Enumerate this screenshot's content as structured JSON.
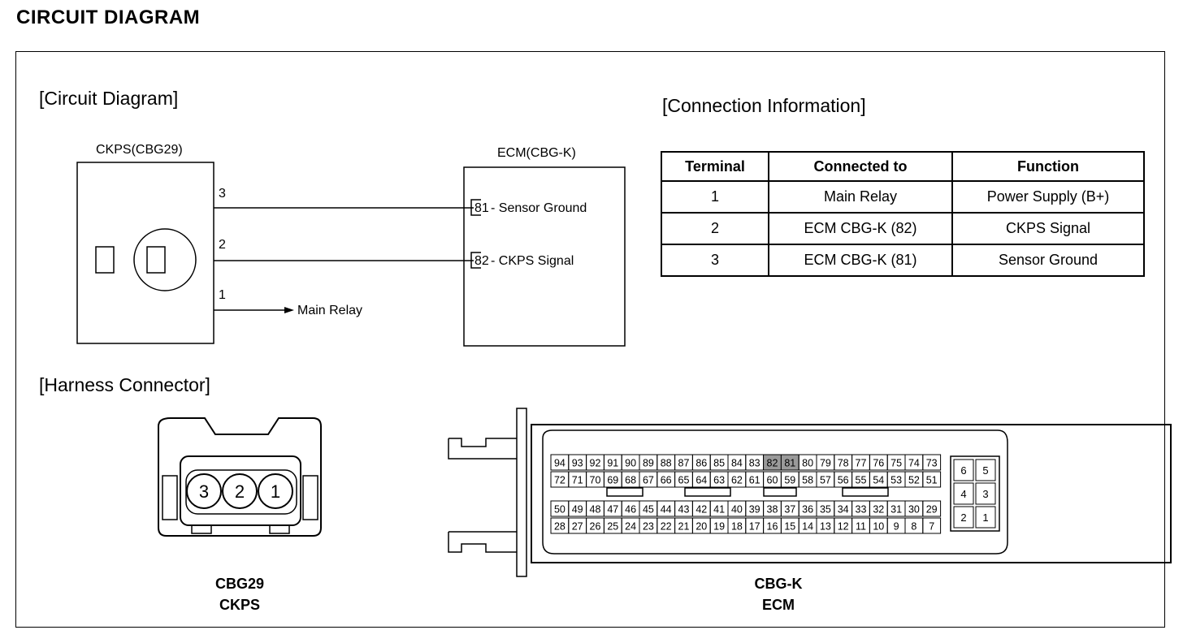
{
  "page_title": "CIRCUIT DIAGRAM",
  "circuit_heading": "[Circuit Diagram]",
  "connection_heading": "[Connection Information]",
  "harness_heading": "[Harness Connector]",
  "ckps_box_label": "CKPS(CBG29)",
  "ecm_box_label": "ECM(CBG-K)",
  "wires": [
    {
      "terminal": "3",
      "ecm_pin": "81",
      "ecm_label": "- Sensor Ground"
    },
    {
      "terminal": "2",
      "ecm_pin": "82",
      "ecm_label": "- CKPS Signal"
    },
    {
      "terminal": "1",
      "destination": "Main Relay"
    }
  ],
  "table": {
    "headers": [
      "Terminal",
      "Connected to",
      "Function"
    ],
    "rows": [
      [
        "1",
        "Main Relay",
        "Power Supply (B+)"
      ],
      [
        "2",
        "ECM CBG-K (82)",
        "CKPS Signal"
      ],
      [
        "3",
        "ECM CBG-K (81)",
        "Sensor Ground"
      ]
    ]
  },
  "ckps_connector": {
    "pins": [
      "3",
      "2",
      "1"
    ],
    "caption_line1": "CBG29",
    "caption_line2": "CKPS"
  },
  "ecm_connector": {
    "row1": [
      "94",
      "93",
      "92",
      "91",
      "90",
      "89",
      "88",
      "87",
      "86",
      "85",
      "84",
      "83",
      "82",
      "81",
      "80",
      "79",
      "78",
      "77",
      "76",
      "75",
      "74",
      "73"
    ],
    "row2": [
      "72",
      "71",
      "70",
      "69",
      "68",
      "67",
      "66",
      "65",
      "64",
      "63",
      "62",
      "61",
      "60",
      "59",
      "58",
      "57",
      "56",
      "55",
      "54",
      "53",
      "52",
      "51"
    ],
    "row3": [
      "50",
      "49",
      "48",
      "47",
      "46",
      "45",
      "44",
      "43",
      "42",
      "41",
      "40",
      "39",
      "38",
      "37",
      "36",
      "35",
      "34",
      "33",
      "32",
      "31",
      "30",
      "29"
    ],
    "row4": [
      "28",
      "27",
      "26",
      "25",
      "24",
      "23",
      "22",
      "21",
      "20",
      "19",
      "18",
      "17",
      "16",
      "15",
      "14",
      "13",
      "12",
      "11",
      "10",
      "9",
      "8",
      "7"
    ],
    "highlighted": [
      "82",
      "81"
    ],
    "side_pins": [
      [
        "6",
        "5"
      ],
      [
        "4",
        "3"
      ],
      [
        "2",
        "1"
      ]
    ],
    "caption_line1": "CBG-K",
    "caption_line2": "ECM"
  }
}
